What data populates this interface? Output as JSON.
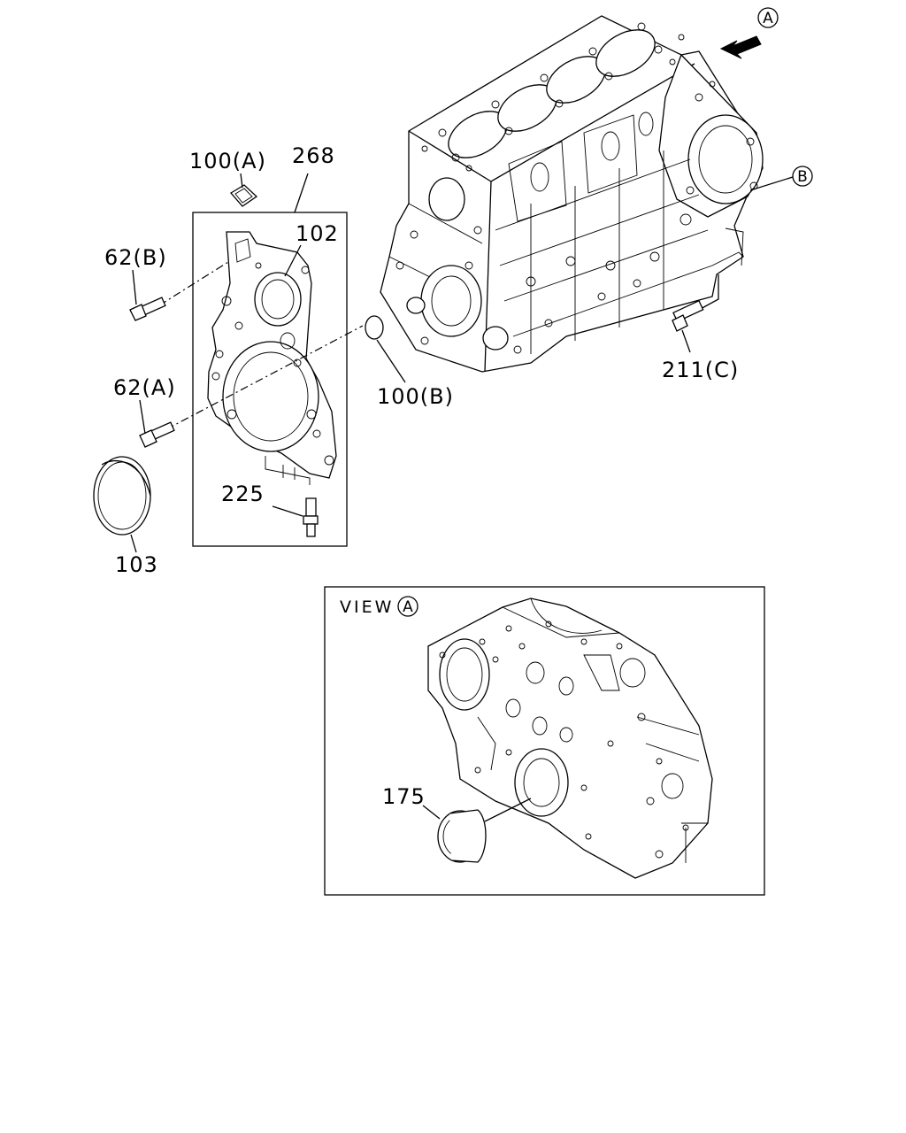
{
  "callouts": {
    "p100a": "100(A)",
    "p268": "268",
    "p102": "102",
    "p62b": "62(B)",
    "p62a": "62(A)",
    "p225": "225",
    "p103": "103",
    "p100b": "100(B)",
    "p211c": "211(C)",
    "p175": "175"
  },
  "markers": {
    "view_a": "A",
    "ref_b": "B"
  },
  "inset": {
    "view_label": "VIEW",
    "view_marker": "A"
  }
}
